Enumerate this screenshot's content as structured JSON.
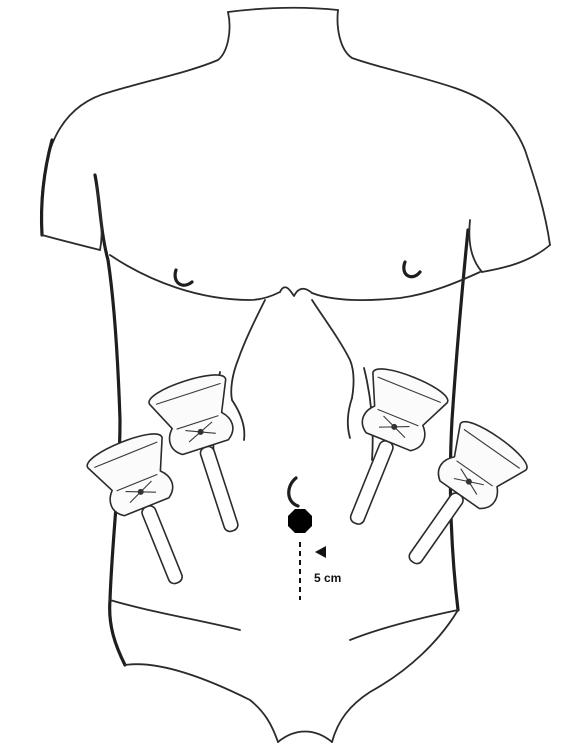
{
  "figure": {
    "measurement_label": "5 cm",
    "port_count": 4,
    "camera_port_marker": "octagon-marker",
    "port_icon": "trocar-icon",
    "measure_icon": "arrowhead-icon"
  }
}
